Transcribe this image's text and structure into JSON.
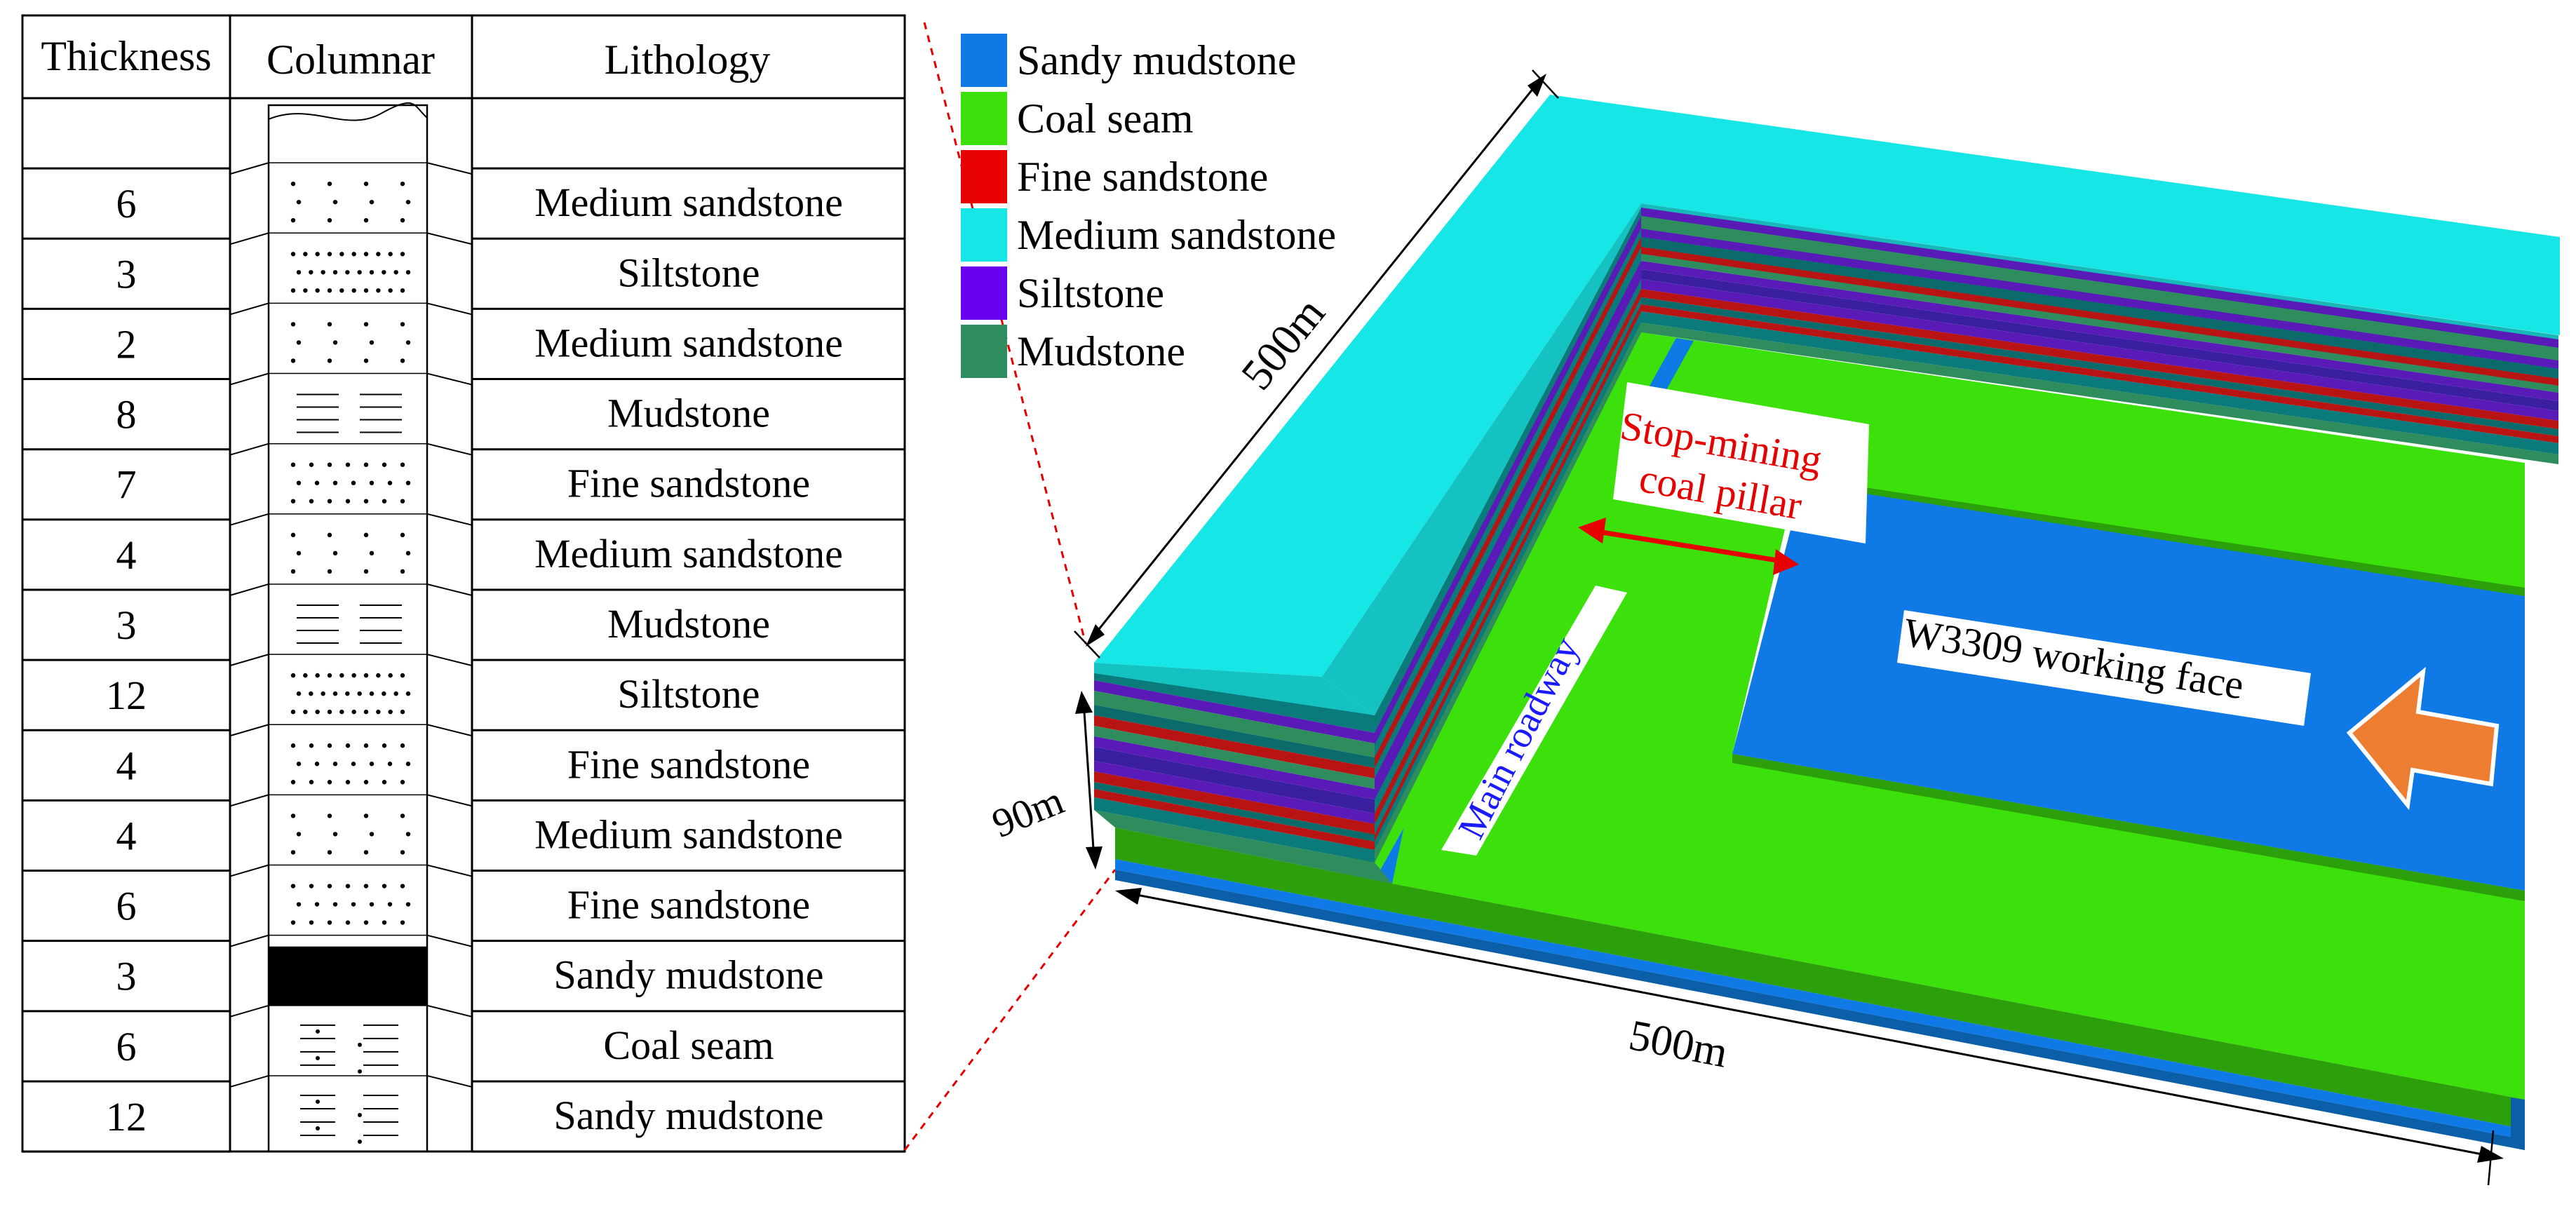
{
  "table": {
    "headers": [
      "Thickness",
      "Columnar",
      "Lithology"
    ],
    "rows": [
      {
        "thickness": "",
        "lithology": "",
        "pattern": "top-break"
      },
      {
        "thickness": "6",
        "lithology": "Medium sandstone",
        "pattern": "medium-sandstone"
      },
      {
        "thickness": "3",
        "lithology": "Siltstone",
        "pattern": "siltstone"
      },
      {
        "thickness": "2",
        "lithology": "Medium sandstone",
        "pattern": "medium-sandstone"
      },
      {
        "thickness": "8",
        "lithology": "Mudstone",
        "pattern": "mudstone"
      },
      {
        "thickness": "7",
        "lithology": "Fine sandstone",
        "pattern": "fine-sandstone"
      },
      {
        "thickness": "4",
        "lithology": "Medium sandstone",
        "pattern": "medium-sandstone"
      },
      {
        "thickness": "3",
        "lithology": "Mudstone",
        "pattern": "mudstone"
      },
      {
        "thickness": "12",
        "lithology": "Siltstone",
        "pattern": "siltstone"
      },
      {
        "thickness": "4",
        "lithology": "Fine sandstone",
        "pattern": "fine-sandstone"
      },
      {
        "thickness": "4",
        "lithology": "Medium sandstone",
        "pattern": "medium-sandstone"
      },
      {
        "thickness": "6",
        "lithology": "Fine sandstone",
        "pattern": "fine-sandstone"
      },
      {
        "thickness": "3",
        "lithology": "Sandy mudstone",
        "pattern": "coal-black"
      },
      {
        "thickness": "6",
        "lithology": "Coal seam",
        "pattern": "sandy-mudstone"
      },
      {
        "thickness": "12",
        "lithology": "Sandy mudstone",
        "pattern": "sandy-mudstone"
      }
    ]
  },
  "legend": [
    {
      "label": "Sandy mudstone",
      "color": "#0f7ae6"
    },
    {
      "label": "Coal seam",
      "color": "#3ce00a"
    },
    {
      "label": "Fine sandstone",
      "color": "#e60000"
    },
    {
      "label": "Medium sandstone",
      "color": "#17e6e6"
    },
    {
      "label": "Siltstone",
      "color": "#6a00f0"
    },
    {
      "label": "Mudstone",
      "color": "#2f8c5c"
    }
  ],
  "model": {
    "dim_top": "500m",
    "dim_height": "90m",
    "dim_bottom": "500m",
    "pillar_label_line1": "Stop-mining",
    "pillar_label_line2": "coal pillar",
    "roadway_label": "Main roadway",
    "face_label": "W3309 working face"
  },
  "colors": {
    "cap": "#17e6e6",
    "coal": "#3ce00a",
    "face": "#0f7ae6",
    "red_label": "#e60000",
    "blue_label": "#1a1aff",
    "arrow": "#ed7d31",
    "dark_teal": "#0b6b6b",
    "mudstone": "#2f8c5c",
    "siltstone": "#5a1ab8",
    "fine_sandstone": "#b81414",
    "base_blue": "#0a5fa8"
  }
}
